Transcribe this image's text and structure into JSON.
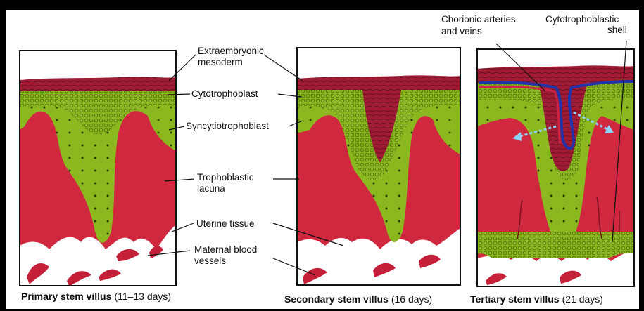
{
  "labels": {
    "extraembryonic_1": "Extraembryonic",
    "extraembryonic_2": "mesoderm",
    "cytotrophoblast": "Cytotrophoblast",
    "syncytiotrophoblast": "Syncytiotrophoblast",
    "lacuna_1": "Trophoblastic",
    "lacuna_2": "lacuna",
    "uterine": "Uterine tissue",
    "maternal_1": "Maternal blood",
    "maternal_2": "vessels",
    "chorionic_1": "Chorionic arteries",
    "chorionic_2": "and veins",
    "shell_1": "Cytotrophoblastic",
    "shell_2": "shell"
  },
  "captions": {
    "primary_bold": "Primary stem villus",
    "primary_days": "(11–13 days)",
    "secondary_bold": "Secondary stem villus",
    "secondary_days": "(16 days)",
    "tertiary_bold": "Tertiary stem villus",
    "tertiary_days": "(21 days)"
  },
  "colors": {
    "mesoderm": "#a01c35",
    "lacuna": "#d0283f",
    "trophoblast": "#8cb81f",
    "uterine": "#ffffff",
    "artery": "#2233aa"
  }
}
